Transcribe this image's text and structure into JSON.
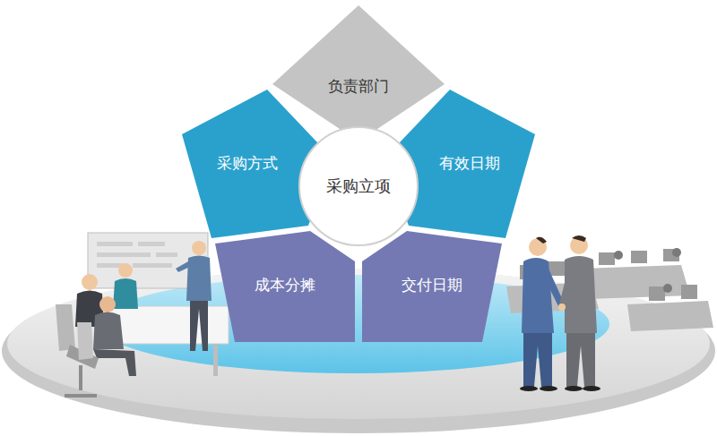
{
  "diagram": {
    "nodes": [
      {
        "text": [
          "负责部门"
        ]
      },
      {
        "text": [
          "采购方式"
        ]
      },
      {
        "text": [
          "采购立项"
        ]
      },
      {
        "text": [
          "有效日期"
        ]
      },
      {
        "text": [
          "成本分摊"
        ]
      },
      {
        "text": [
          "交付日期"
        ]
      }
    ]
  }
}
